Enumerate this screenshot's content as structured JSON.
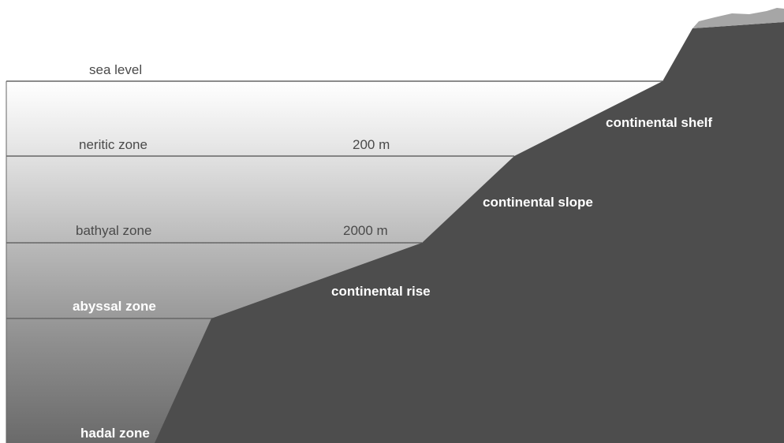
{
  "labels": {
    "sea_level": "sea level",
    "neritic_zone": "neritic zone",
    "depth_200": "200 m",
    "bathyal_zone": "bathyal zone",
    "depth_2000": "2000 m",
    "abyssal_zone": "abyssal zone",
    "hadal_zone": "hadal zone",
    "continental_shelf": "continental shelf",
    "continental_slope": "continental slope",
    "continental_rise": "continental rise"
  },
  "colors": {
    "seafloor": "#4d4d4d",
    "land_cap": "#a6a6a6",
    "boundary_line": "#666666",
    "water_top": "#ffffff",
    "water_bottom": "#6a6a6a"
  }
}
